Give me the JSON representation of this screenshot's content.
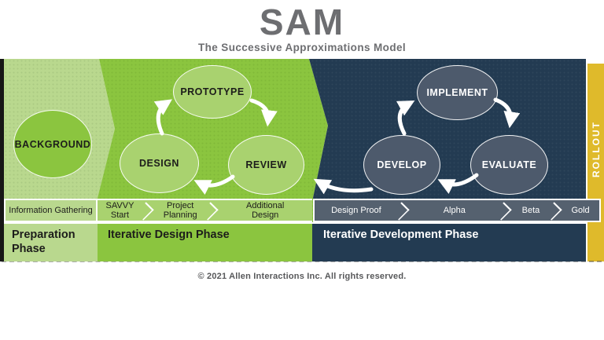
{
  "title": "SAM",
  "subtitle": "The Successive Approximations Model",
  "copyright": "© 2021 Allen Interactions Inc. All rights reserved.",
  "rollout_label": "ROLLOUT",
  "colors": {
    "light_green": "#b9d88e",
    "green": "#8bc53f",
    "pale_green_band": "#a9d26f",
    "navy": "#233b52",
    "slate_band": "#55616f",
    "slate_bubble": "#4d5a6c",
    "gold": "#dfba2b",
    "title_gray": "#6d6e71"
  },
  "preparation": {
    "bubble": "BACKGROUND",
    "timeline_step": "Information Gathering",
    "phase_label": "Preparation Phase"
  },
  "design": {
    "bubble_top": "PROTOTYPE",
    "bubble_left": "DESIGN",
    "bubble_right": "REVIEW",
    "timeline_steps": [
      "SAVVY Start",
      "Project Planning",
      "Additional Design"
    ],
    "phase_label": "Iterative Design Phase"
  },
  "development": {
    "bubble_top": "IMPLEMENT",
    "bubble_left": "DEVELOP",
    "bubble_right": "EVALUATE",
    "timeline_steps": [
      "Design Proof",
      "Alpha",
      "Beta",
      "Gold"
    ],
    "phase_label": "Iterative Development Phase"
  }
}
